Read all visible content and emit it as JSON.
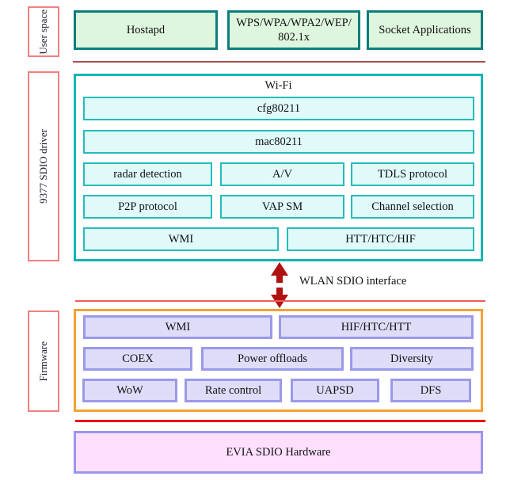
{
  "sidebar": {
    "user_space": "User space",
    "driver": "9377 SDIO driver",
    "firmware": "Firmware"
  },
  "user_space": {
    "boxes": [
      "Hostapd",
      "WPS/WPA/WPA2/WEP/802.1x",
      "Socket Applications"
    ]
  },
  "driver": {
    "title": "Wi-Fi",
    "layer1": "cfg80211",
    "layer2": "mac80211",
    "row3": [
      "radar detection",
      "A/V",
      "TDLS protocol"
    ],
    "row4": [
      "P2P protocol",
      "VAP SM",
      "Channel selection"
    ],
    "row5": [
      "WMI",
      "HTT/HTC/HIF"
    ]
  },
  "interface": {
    "label": "WLAN SDIO interface"
  },
  "firmware": {
    "row1": [
      "WMI",
      "HIF/HTC/HTT"
    ],
    "row2": [
      "COEX",
      "Power offloads",
      "Diversity"
    ],
    "row3": [
      "WoW",
      "Rate control",
      "UAPSD",
      "DFS"
    ]
  },
  "hardware": {
    "label": "EVIA SDIO Hardware"
  },
  "colors": {
    "green_box_bg": "#ddf6dd",
    "green_box_border": "#0d7e7e",
    "sidebar_border": "#f28080",
    "userspace_separator": "#a94f4f",
    "wifi_border": "#12b5b5",
    "cyan_box_bg": "#e0fafa",
    "cyan_box_border": "#25bcbc",
    "arrow": "#b01212",
    "interface_line": "#f15b5b",
    "firmware_border": "#f5a033",
    "lavender_box_bg": "#dedcf8",
    "lavender_box_border": "#9b99ea",
    "hardware_separator": "#e81010",
    "hardware_bg": "#fee0fe",
    "hardware_border": "#9b95ee"
  }
}
